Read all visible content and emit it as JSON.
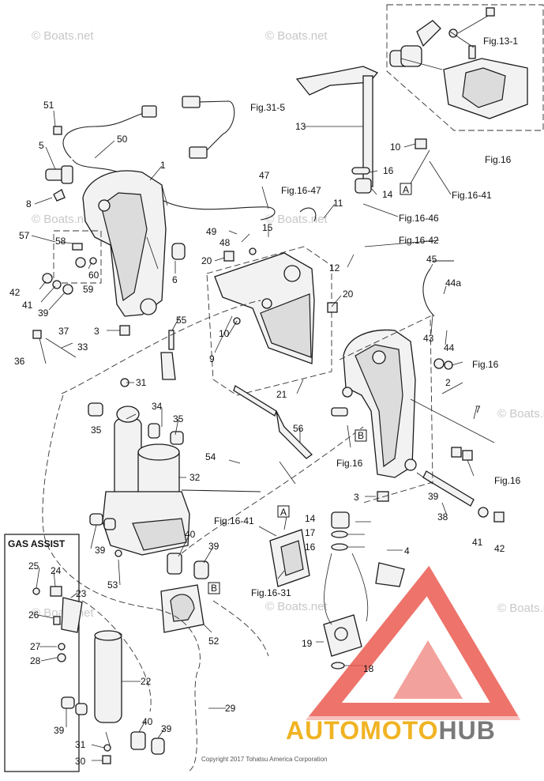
{
  "watermark": "© Boats.net",
  "copyright": "Copyright 2017 Tohatsu America Corporation",
  "gas_assist_title": "GAS ASSIST",
  "brand": {
    "part1": "AUTOMOTO",
    "part2": "HUB"
  },
  "labels": [
    {
      "id": "l51",
      "text": "51"
    },
    {
      "id": "l50",
      "text": "50"
    },
    {
      "id": "l5",
      "text": "5"
    },
    {
      "id": "l1",
      "text": "1"
    },
    {
      "id": "l8",
      "text": "8"
    },
    {
      "id": "l57",
      "text": "57"
    },
    {
      "id": "l58",
      "text": "58"
    },
    {
      "id": "l60",
      "text": "60"
    },
    {
      "id": "l59",
      "text": "59"
    },
    {
      "id": "l42a",
      "text": "42"
    },
    {
      "id": "l41a",
      "text": "41"
    },
    {
      "id": "l39a",
      "text": "39"
    },
    {
      "id": "l6",
      "text": "6"
    },
    {
      "id": "l3a",
      "text": "3"
    },
    {
      "id": "l37",
      "text": "37"
    },
    {
      "id": "l33",
      "text": "33"
    },
    {
      "id": "l36",
      "text": "36"
    },
    {
      "id": "l31a",
      "text": "31"
    },
    {
      "id": "l55",
      "text": "55"
    },
    {
      "id": "l35a",
      "text": "35"
    },
    {
      "id": "l34",
      "text": "34"
    },
    {
      "id": "l35b",
      "text": "35"
    },
    {
      "id": "l32",
      "text": "32"
    },
    {
      "id": "l39b",
      "text": "39"
    },
    {
      "id": "l40a",
      "text": "40"
    },
    {
      "id": "l39c",
      "text": "39"
    },
    {
      "id": "l53",
      "text": "53"
    },
    {
      "id": "lB1",
      "text": "B"
    },
    {
      "id": "l52",
      "text": "52"
    },
    {
      "id": "l54",
      "text": "54"
    },
    {
      "id": "l9",
      "text": "9"
    },
    {
      "id": "l10a",
      "text": "10"
    },
    {
      "id": "l20a",
      "text": "20"
    },
    {
      "id": "l20b",
      "text": "20"
    },
    {
      "id": "l47",
      "text": "47"
    },
    {
      "id": "l49",
      "text": "49"
    },
    {
      "id": "l48",
      "text": "48"
    },
    {
      "id": "l15",
      "text": "15"
    },
    {
      "id": "l11",
      "text": "11"
    },
    {
      "id": "l13",
      "text": "13"
    },
    {
      "id": "l10b",
      "text": "10"
    },
    {
      "id": "l16a",
      "text": "16"
    },
    {
      "id": "l14a",
      "text": "14"
    },
    {
      "id": "lA1",
      "text": "A"
    },
    {
      "id": "l12",
      "text": "12"
    },
    {
      "id": "l45",
      "text": "45"
    },
    {
      "id": "l44a",
      "text": "44a"
    },
    {
      "id": "l43",
      "text": "43"
    },
    {
      "id": "l44",
      "text": "44"
    },
    {
      "id": "l2",
      "text": "2"
    },
    {
      "id": "l7",
      "text": "7"
    },
    {
      "id": "l21",
      "text": "21"
    },
    {
      "id": "l56",
      "text": "56"
    },
    {
      "id": "lB2",
      "text": "B"
    },
    {
      "id": "l39d",
      "text": "39"
    },
    {
      "id": "l38",
      "text": "38"
    },
    {
      "id": "l41b",
      "text": "41"
    },
    {
      "id": "l42b",
      "text": "42"
    },
    {
      "id": "l3b",
      "text": "3"
    },
    {
      "id": "lA2",
      "text": "A"
    },
    {
      "id": "l14b",
      "text": "14"
    },
    {
      "id": "l17",
      "text": "17"
    },
    {
      "id": "l16b",
      "text": "16"
    },
    {
      "id": "l4",
      "text": "4"
    },
    {
      "id": "l19",
      "text": "19"
    },
    {
      "id": "l18",
      "text": "18"
    },
    {
      "id": "l25",
      "text": "25"
    },
    {
      "id": "l24",
      "text": "24"
    },
    {
      "id": "l23",
      "text": "23"
    },
    {
      "id": "l26",
      "text": "26"
    },
    {
      "id": "l27",
      "text": "27"
    },
    {
      "id": "l28",
      "text": "28"
    },
    {
      "id": "l22",
      "text": "22"
    },
    {
      "id": "l29",
      "text": "29"
    },
    {
      "id": "l39e",
      "text": "39"
    },
    {
      "id": "l40b",
      "text": "40"
    },
    {
      "id": "l39f",
      "text": "39"
    },
    {
      "id": "l31b",
      "text": "31"
    },
    {
      "id": "l30",
      "text": "30"
    },
    {
      "id": "f131",
      "text": "Fig.13-1"
    },
    {
      "id": "f315",
      "text": "Fig.31-5"
    },
    {
      "id": "f16a",
      "text": "Fig.16"
    },
    {
      "id": "f1641a",
      "text": "Fig.16-41"
    },
    {
      "id": "f1647",
      "text": "Fig.16-47"
    },
    {
      "id": "f1646",
      "text": "Fig.16-46"
    },
    {
      "id": "f1642",
      "text": "Fig.16-42"
    },
    {
      "id": "f16b",
      "text": "Fig.16"
    },
    {
      "id": "f16c",
      "text": "Fig.16"
    },
    {
      "id": "f16d",
      "text": "Fig.16"
    },
    {
      "id": "f1641b",
      "text": "Fig.16-41"
    },
    {
      "id": "f1631",
      "text": "Fig.16-31"
    }
  ]
}
